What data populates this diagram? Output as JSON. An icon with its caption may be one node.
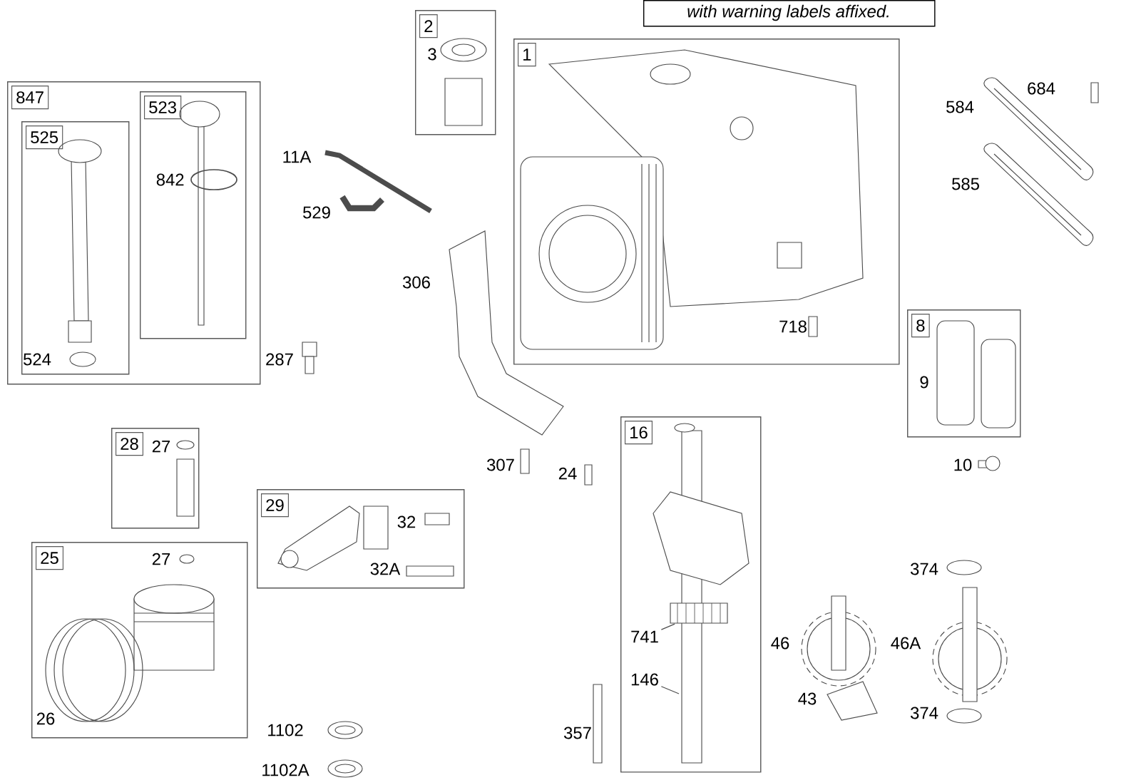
{
  "diagram": {
    "nodes": [
      {
        "text": [
          "with warning labels affixed."
        ]
      },
      {
        "text": [
          "847"
        ]
      },
      {
        "text": [
          "525",
          "524"
        ],
        "in": 1
      },
      {
        "text": [
          "523",
          "842"
        ],
        "in": 1
      },
      {
        "text": [
          "2",
          "3"
        ]
      },
      {
        "text": [
          "1",
          "718"
        ]
      },
      {
        "text": [
          "8",
          "9"
        ]
      },
      {
        "text": [
          "28",
          "27"
        ]
      },
      {
        "text": [
          "29",
          "32",
          "32A"
        ]
      },
      {
        "text": [
          "25",
          "27",
          "26"
        ]
      },
      {
        "text": [
          "16"
        ]
      },
      {
        "text": [
          "741"
        ],
        "in": 10
      },
      {
        "text": [
          "146"
        ],
        "in": 10
      },
      {
        "text": [],
        "shape": "picture",
        "in": 14
      },
      {
        "text": [],
        "shape": "picture",
        "in": 10
      }
    ],
    "edges": [
      {
        "from": 11,
        "to": 13,
        "arrow": "none"
      },
      {
        "from": 12,
        "to": 14,
        "arrow": "none"
      }
    ],
    "labels": [
      "684",
      "584",
      "11A",
      "585",
      "529",
      "306",
      "287",
      "10",
      "307",
      "24",
      "374",
      "46",
      "46A",
      "43",
      "374",
      "1102",
      "357",
      "1102A"
    ]
  }
}
